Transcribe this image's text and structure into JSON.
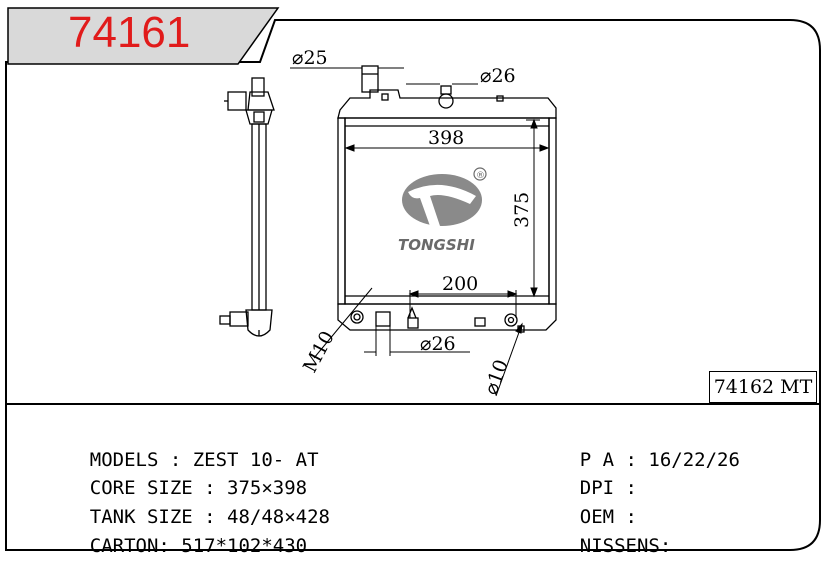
{
  "header": {
    "part_number": "74161",
    "banner_fill": "#d9d9d9",
    "text_color": "#e11b1b"
  },
  "drawing": {
    "variant_label": "74162 MT",
    "brand": "TONGSHI",
    "registered_mark": "®",
    "dims": {
      "top_inlet": "⌀25",
      "top_outlet": "⌀26",
      "core_width": "398",
      "core_height": "375",
      "bottom_span": "200",
      "bottom_pipe": "⌀26",
      "drain_thread": "M10",
      "drain_hole": "⌀10"
    }
  },
  "specs_left": [
    {
      "label": "MODELS",
      "sep": " : ",
      "value": "ZEST 10- AT"
    },
    {
      "label": "CORE SIZE",
      "sep": " : ",
      "value": "375×398"
    },
    {
      "label": "TANK SIZE",
      "sep": " : ",
      "value": "48/48×428"
    },
    {
      "label": "CARTON",
      "sep": ": ",
      "value": "517*102*430"
    }
  ],
  "specs_right": [
    {
      "label": "P A",
      "sep": " : ",
      "value": "16/22/26"
    },
    {
      "label": "DPI",
      "sep": " : ",
      "value": ""
    },
    {
      "label": "OEM",
      "sep": " : ",
      "value": ""
    },
    {
      "label": "NISSENS",
      "sep": ":",
      "value": ""
    }
  ]
}
